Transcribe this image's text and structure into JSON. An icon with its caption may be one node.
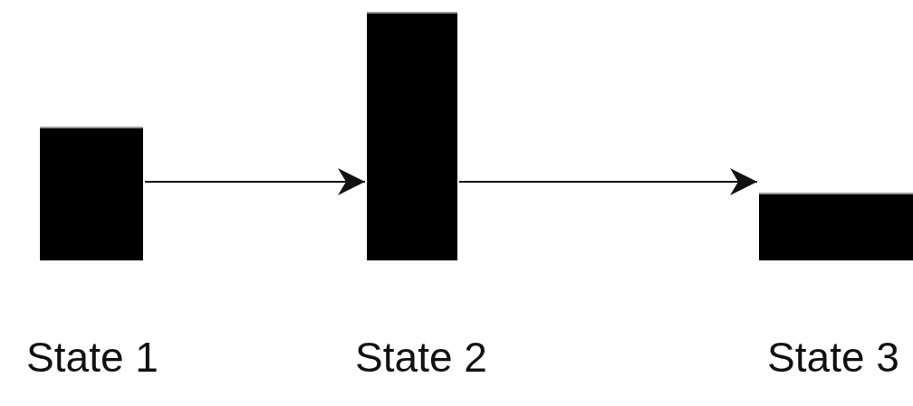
{
  "diagram": {
    "nodes": [
      {
        "text": [],
        "shape": "bar",
        "beside": [
          "State 1"
        ]
      },
      {
        "text": [],
        "shape": "bar",
        "beside": [
          "State 2"
        ]
      },
      {
        "text": [],
        "shape": "bar",
        "beside": [
          "State 3"
        ]
      }
    ],
    "edges": [
      {
        "from": 0,
        "to": 1,
        "arrow": "to"
      },
      {
        "from": 1,
        "to": 2,
        "arrow": "to"
      }
    ]
  }
}
